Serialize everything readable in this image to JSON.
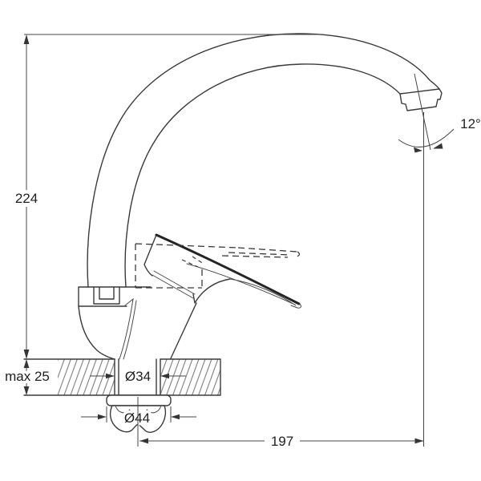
{
  "drawing": {
    "subject": "kitchen faucet side-view dimension drawing",
    "labels": {
      "height": "224",
      "angle": "12°",
      "max_thickness": "max 25",
      "hole_diameter": "Ø34",
      "base_diameter": "Ø44",
      "reach": "197"
    },
    "colors": {
      "background": "#ffffff",
      "object_line": "#3a3a3a",
      "dimension_line": "#454545",
      "text": "#1f1f1f"
    }
  }
}
